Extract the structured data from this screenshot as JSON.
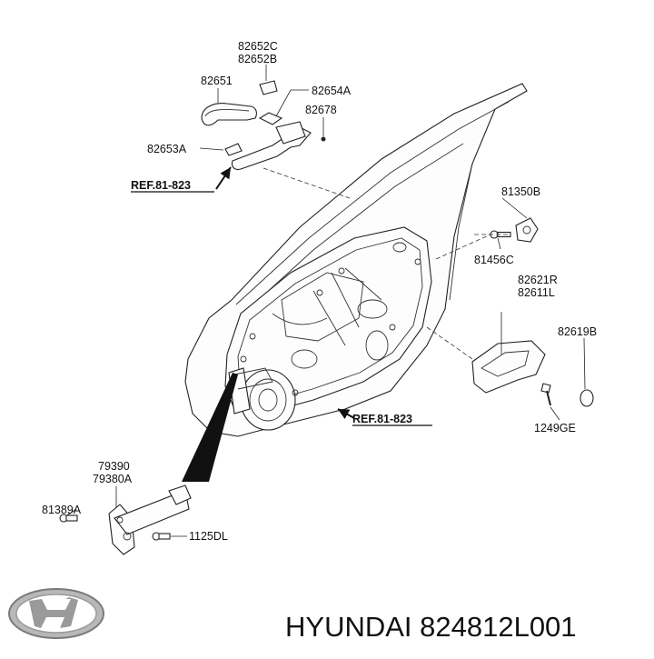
{
  "labels": {
    "p82652": [
      "82652C",
      "82652B"
    ],
    "p82651": "82651",
    "p82654A": "82654A",
    "p82678": "82678",
    "p82653A": "82653A",
    "ref_top": "REF.81-823",
    "p81350B": "81350B",
    "p81456C": "81456C",
    "p82621": [
      "82621R",
      "82611L"
    ],
    "p82619B": "82619B",
    "ref_mid": "REF.81-823",
    "p1249GE": "1249GE",
    "p79390": [
      "79390",
      "79380A"
    ],
    "p81389A": "81389A",
    "p1125DL": "1125DL"
  },
  "caption": "HYUNDAI 824812L001",
  "logo": {
    "icon": "hyundai-logo",
    "color": "#9a9a9a"
  }
}
